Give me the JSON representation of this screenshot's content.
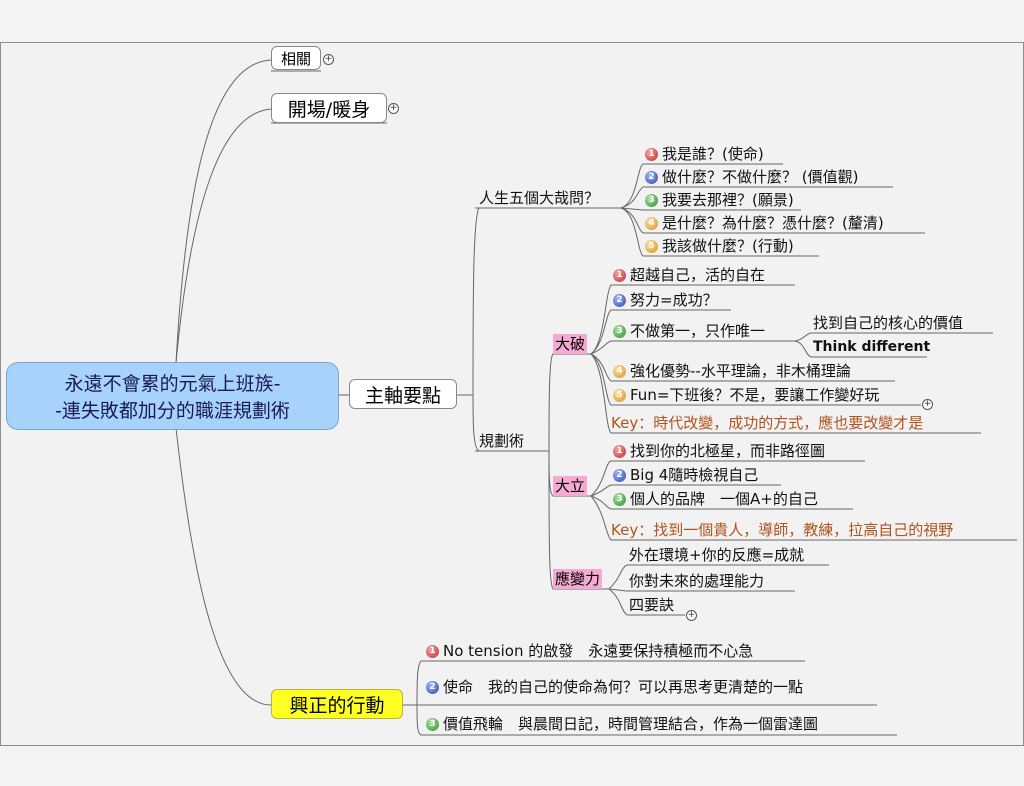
{
  "root": {
    "line1": "永遠不會累的元氣上班族-",
    "line2": "-連失敗都加分的職涯規劃術"
  },
  "branches": {
    "b1": "相關",
    "b2": "開場/暖身",
    "b3": "主軸要點",
    "b4": "興正的行動"
  },
  "life_questions": {
    "label": "人生五個大哉問？",
    "items": [
      "我是誰？(使命)",
      "做什麼？不做什麼？ (價值觀)",
      "我要去那裡？(願景)",
      "是什麼？為什麼？憑什麼？(釐清)",
      "我該做什麼？(行動)"
    ]
  },
  "planning": {
    "label": "規劃術",
    "dapo": {
      "label": "大破",
      "items": [
        "超越自己，活的自在",
        "努力=成功？",
        "不做第一，只作唯一",
        "強化優勢--水平理論，非木桶理論",
        "Fun=下班後？不是，要讓工作變好玩"
      ],
      "sub1": "找到自己的核心的價值",
      "sub2": "Think different",
      "key": "Key：時代改變，成功的方式，應也要改變才是"
    },
    "dali": {
      "label": "大立",
      "items": [
        "找到你的北極星，而非路徑圖",
        "Big 4隨時檢視自己",
        "個人的品牌　一個A+的自己"
      ],
      "key": "Key：找到一個貴人，導師，教練，拉高自己的視野"
    },
    "yingbian": {
      "label": "應變力",
      "items": [
        "外在環境+你的反應=成就",
        "你對未來的處理能力",
        "四要訣"
      ]
    }
  },
  "actions": {
    "items": [
      "No tension 的啟發　永遠要保持積極而不心急",
      "使命　我的自己的使命為何？可以再思考更清楚的一點",
      "價值飛輪　與晨間日記，時間管理結合，作為一個雷達圖"
    ]
  },
  "badges": [
    "1",
    "2",
    "3",
    "4",
    "5"
  ],
  "expand_symbol": "+",
  "colors": {
    "root_fill": "#a7d3fb",
    "action_fill": "#ffff22",
    "highlight": "#f6a9d2",
    "key_text": "#b0531c"
  }
}
